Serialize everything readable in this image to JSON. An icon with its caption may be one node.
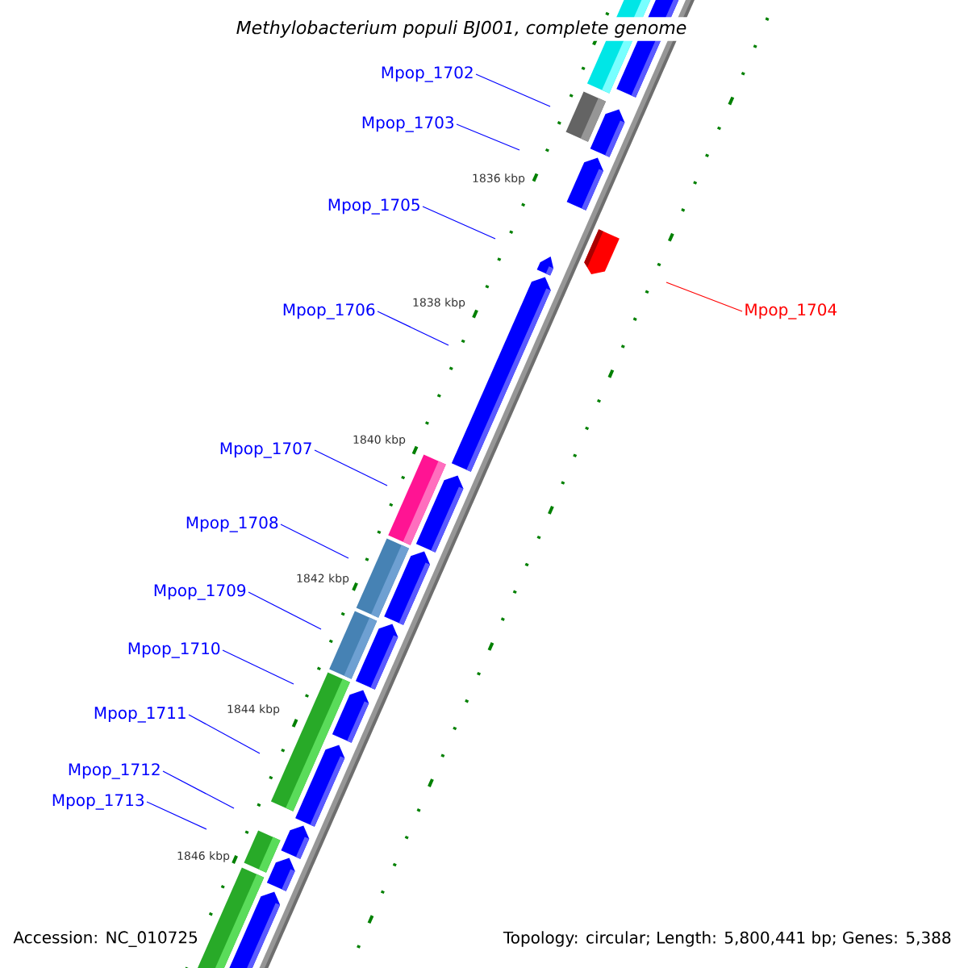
{
  "diagram": {
    "title": "Methylobacterium populi BJ001, complete genome",
    "nodes": [
      {
        "text": [
          "Mpop_1702"
        ]
      },
      {
        "text": [
          "Mpop_1703"
        ]
      },
      {
        "text": [
          "Mpop_1705"
        ]
      },
      {
        "text": [
          "Mpop_1706"
        ]
      },
      {
        "text": [
          "Mpop_1704"
        ]
      },
      {
        "text": [
          "Mpop_1707"
        ]
      },
      {
        "text": [
          "Mpop_1708"
        ]
      },
      {
        "text": [
          "Mpop_1709"
        ]
      },
      {
        "text": [
          "Mpop_1710"
        ]
      },
      {
        "text": [
          "Mpop_1711"
        ]
      },
      {
        "text": [
          "Mpop_1712"
        ]
      },
      {
        "text": [
          "Mpop_1713"
        ]
      }
    ],
    "edges": [
      {
        "from": 0,
        "to": null,
        "arrow": "none"
      },
      {
        "from": 1,
        "to": null,
        "arrow": "none"
      },
      {
        "from": 2,
        "to": null,
        "arrow": "none"
      },
      {
        "from": 3,
        "to": null,
        "arrow": "none"
      },
      {
        "from": 4,
        "to": null,
        "arrow": "none",
        "color": "#ff0000"
      },
      {
        "from": 5,
        "to": null,
        "arrow": "none"
      },
      {
        "from": 6,
        "to": null,
        "arrow": "none"
      },
      {
        "from": 7,
        "to": null,
        "arrow": "none"
      },
      {
        "from": 8,
        "to": null,
        "arrow": "none"
      },
      {
        "from": 9,
        "to": null,
        "arrow": "none"
      },
      {
        "from": 10,
        "to": null,
        "arrow": "none"
      },
      {
        "from": 11,
        "to": null,
        "arrow": "none"
      }
    ],
    "labels": [
      "1836 kbp",
      "1838 kbp",
      "1840 kbp",
      "1842 kbp",
      "1844 kbp",
      "1846 kbp",
      "Accession: NC_010725",
      "Topology: circular; Length: 5,800,441 bp; Genes: 5,388"
    ]
  }
}
